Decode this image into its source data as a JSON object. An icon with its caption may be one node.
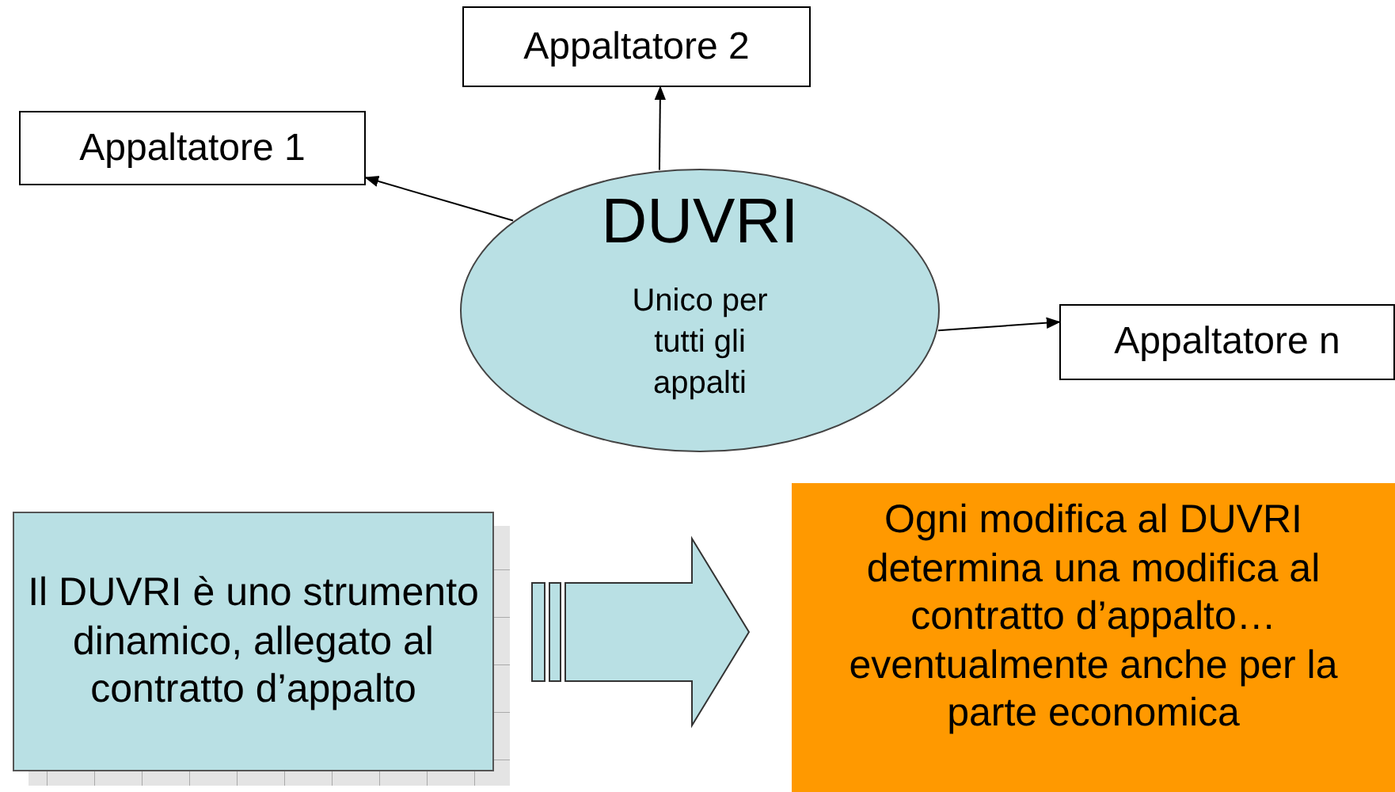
{
  "diagram": {
    "nodes": [
      {
        "text": [
          "Appaltatore 2"
        ]
      },
      {
        "text": [
          "Appaltatore 1"
        ]
      },
      {
        "text": [
          "DUVRI",
          "Unico per tutti gli appalti"
        ]
      },
      {
        "text": [
          "Appaltatore n"
        ]
      },
      {
        "text": [
          "Il DUVRI è uno strumento dinamico, allegato al contratto d’appalto"
        ]
      },
      {
        "text": [
          "Ogni modifica al DUVRI determina una modifica al contratto d’appalto… eventualmente anche per la parte economica"
        ]
      }
    ],
    "edges": [
      {
        "from": 2,
        "to": 1,
        "arrow": "to"
      },
      {
        "from": 2,
        "to": 0,
        "arrow": "to"
      },
      {
        "from": 2,
        "to": 3,
        "arrow": "to"
      },
      {
        "from": 4,
        "to": 5,
        "arrow": "to",
        "style": "thick"
      }
    ]
  }
}
